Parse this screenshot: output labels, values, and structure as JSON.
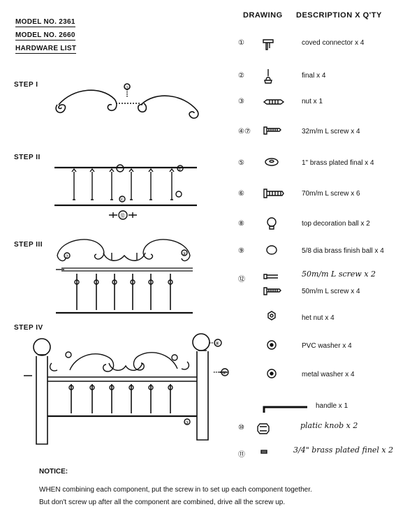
{
  "header": {
    "model_1": "MODEL NO. 2361",
    "model_2": "MODEL NO. 2660",
    "hardware_list": "HARDWARE LIST",
    "col_drawing": "DRAWING",
    "col_description": "DESCRIPTION X Q'TY"
  },
  "steps": [
    "STEP I",
    "STEP II",
    "STEP III",
    "STEP IV"
  ],
  "parts": [
    {
      "num": "①",
      "desc": "coved connector x 4"
    },
    {
      "num": "②",
      "desc": "final x 4"
    },
    {
      "num": "③",
      "desc": "nut x 1"
    },
    {
      "num": "④⑦",
      "desc": "32m/m L screw x 4"
    },
    {
      "num": "⑤",
      "desc": "1\" brass plated final x 4"
    },
    {
      "num": "⑥",
      "desc": "70m/m L screw x 6"
    },
    {
      "num": "⑧",
      "desc": "top decoration ball x 2"
    },
    {
      "num": "⑨",
      "desc": "5/8 dia brass finish ball x 4"
    },
    {
      "num": "⑫",
      "desc": "50m/m L screw x 2"
    },
    {
      "num": "",
      "desc": "50m/m L screw x 4"
    },
    {
      "num": "",
      "desc": "het nut x 4"
    },
    {
      "num": "",
      "desc": "PVC washer x 4"
    },
    {
      "num": "",
      "desc": "metal washer x 4"
    },
    {
      "num": "",
      "desc": "handle x 1"
    },
    {
      "num": "⑩",
      "desc": "platic knob x 2"
    },
    {
      "num": "⑪",
      "desc": "3/4\" brass plated finel x 2"
    }
  ],
  "notice": {
    "title": "NOTICE:",
    "line_1": "WHEN combining each component, put the screw in to set up each component together.",
    "line_2": "But don't screw up after all the component are combined, drive all the screw up."
  },
  "diagram_labels": {
    "step1_callout": "①",
    "step2_top": "⑤",
    "step2_bottom": "⑪",
    "step2_base": "⑫",
    "step3_left": "⑦",
    "step3_right": "⑨",
    "step4_ball": "⑧",
    "step4_side": "④",
    "step4_bottom": "③"
  }
}
